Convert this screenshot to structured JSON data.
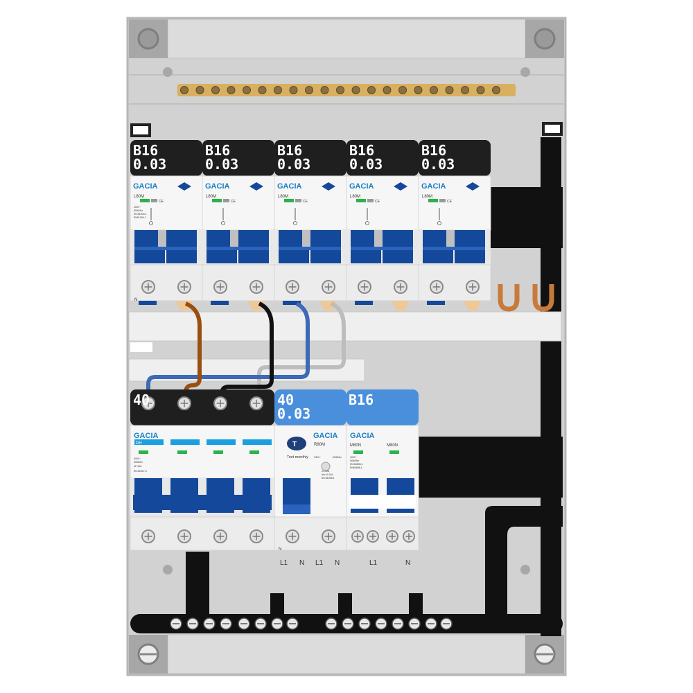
{
  "top_row": {
    "breakers": [
      {
        "rating": "B16",
        "sensitivity": "0.03",
        "brand": "GACIA",
        "model": "L80M"
      },
      {
        "rating": "B16",
        "sensitivity": "0.03",
        "brand": "GACIA",
        "model": "L80M"
      },
      {
        "rating": "B16",
        "sensitivity": "0.03",
        "brand": "GACIA",
        "model": "L80M"
      },
      {
        "rating": "B16",
        "sensitivity": "0.03",
        "brand": "GACIA",
        "model": "L80M"
      },
      {
        "rating": "B16",
        "sensitivity": "0.03",
        "brand": "GACIA",
        "model": "L80M"
      }
    ],
    "spec_lines": [
      "400V~",
      "50/60Hz",
      "IEC61009-1",
      "EN61009-1"
    ],
    "terminal_n": "N"
  },
  "bottom_row": {
    "main_switch": {
      "rating": "40",
      "brand": "GACIA",
      "model": "DH",
      "spec_lines": [
        "400V~",
        "50/60Hz",
        "4P 40A",
        "IEC60947-3"
      ]
    },
    "rcd": {
      "rating": "40",
      "sensitivity": "0.03",
      "brand": "GACIA",
      "model": "R80M",
      "test_label": "Test monthly",
      "spec_lines": [
        "230V~",
        "50/60Hz",
        "In=40A",
        "IΔn=0.03A",
        "IEC61008-1"
      ]
    },
    "mcb": {
      "rating": "B16",
      "brand": "GACIA",
      "models": [
        "M80N",
        "M80N"
      ],
      "spec_lines": [
        "400V~",
        "50/60Hz",
        "IEC60898-1",
        "EN60898-1"
      ]
    },
    "terminal_labels": [
      "L1",
      "N",
      "L1",
      "N",
      "L1",
      "N"
    ],
    "terminal_n": "N"
  },
  "colors": {
    "enclosure": "#d2d2d2",
    "breaker_blue": "#14489a",
    "label_black": "#1f1f1f",
    "label_blue": "#4a8fdc",
    "busbar_brass": "#d8b060",
    "copper": "#c87a3a",
    "wire_brown": "#9a4e10",
    "wire_black": "#111111",
    "wire_blue": "#3c6ab5",
    "wire_grey": "#bdbdbd",
    "brand_blue": "#1a7fc4",
    "status_green": "#2bb34a"
  },
  "icons": [
    "screw-icon",
    "diamond-logo-icon",
    "ce-mark-icon",
    "test-button-icon"
  ]
}
